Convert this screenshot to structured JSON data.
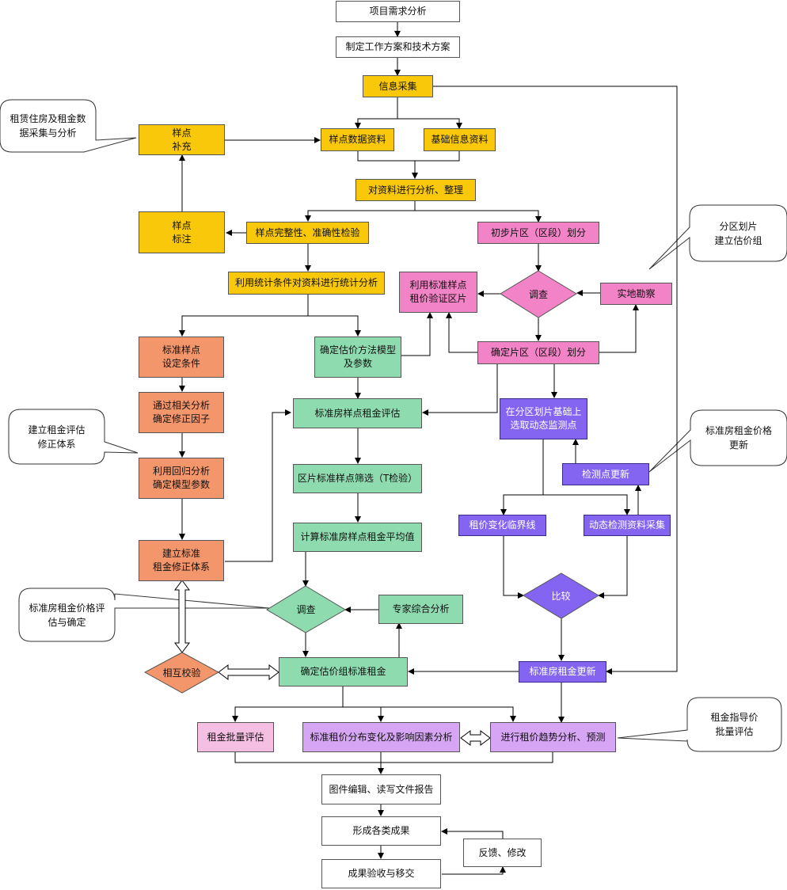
{
  "nodes": {
    "xmxqfx": "项目需求分析",
    "zdgzfa": "制定工作方案和技术方案",
    "xxcj": "信息采集",
    "ydbc": "样点\n补充",
    "ydsjzl": "样点数据资料",
    "jcxxzl": "基础信息资料",
    "dzljxfx": "对资料进行分析、整理",
    "ydbz": "样点\n标注",
    "ydwzx": "样点完整性、准确性检验",
    "cbpq": "初步片区（区段）划分",
    "lytj": "利用统计条件对资料进行统计分析",
    "lybzyd": "利用标准样点\n租价验证区片",
    "sdkc": "实地勘察",
    "bzydsd": "标准样点\n设定条件",
    "qdgjff": "确定估价方法模型\n及参数",
    "qdpq": "确定片区（区段）划分",
    "tgxgfx": "通过相关分析\n确定修正因子",
    "bzfydzjpg": "标准房样点租金评估",
    "zfqhp": "在分区划片基础上\n选取动态监测点",
    "jcdgx": "检测点更新",
    "lyhgfx": "利用回归分析\n确定模型参数",
    "pqbzyd": "区片标准样点筛选（T检验）",
    "zjbhljx": "租价变化临界线",
    "dtjczl": "动态检测资料采集",
    "jlbz": "建立标准\n租金修正体系",
    "jsbzf": "计算标准房样点租金平均值",
    "zjzhfx": "专家综合分析",
    "xhjy": "相互校验",
    "qdgjz": "确定估价组标准租金",
    "bzfzjgx": "标准房租金更新",
    "zjplpg": "租金批量评估",
    "bzzjfb": "标准租价分布变化及影响因素分析",
    "jxzjqs": "进行租价趋势分析、预测",
    "tjbj": "图件编辑、读写文件报告",
    "xcglcg": "形成各类成果",
    "fkxg": "反馈、修改",
    "cgys": "成果验收与移交"
  },
  "diamonds": {
    "dc1": "调查",
    "bj": "比较",
    "dc2": "调查"
  },
  "callouts": {
    "c1": "租赁住房及租金数\n据采集与分析",
    "c2": "分区划片\n建立估价组",
    "c3": "建立租金评估\n修正体系",
    "c4": "标准房租金价格\n更新",
    "c5": "标准房租金价格评\n估与确定",
    "c6": "租金指导价\n批量评估"
  }
}
